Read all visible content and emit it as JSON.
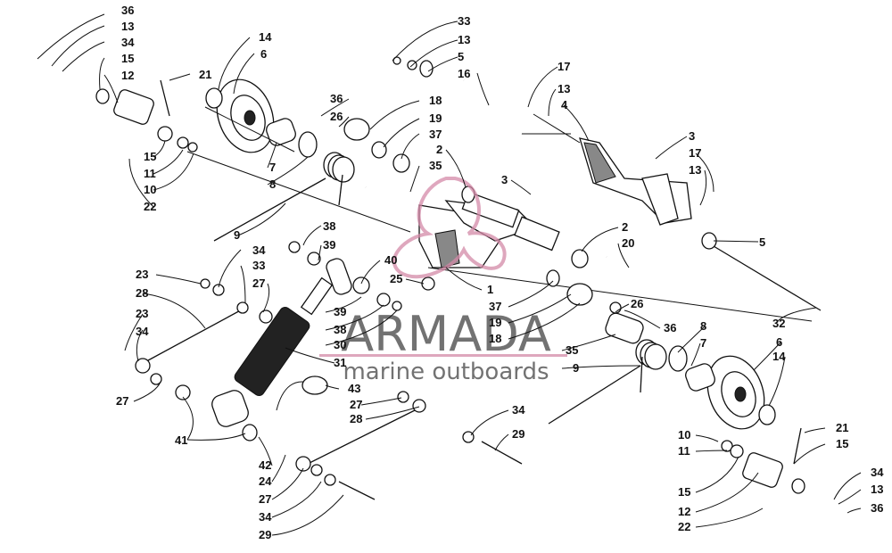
{
  "diagram": {
    "callouts": [
      {
        "id": "c1",
        "text": "36"
      },
      {
        "id": "c2",
        "text": "13"
      },
      {
        "id": "c3",
        "text": "34"
      },
      {
        "id": "c4",
        "text": "15"
      },
      {
        "id": "c5",
        "text": "12"
      },
      {
        "id": "c6",
        "text": "21"
      },
      {
        "id": "c7",
        "text": "14"
      },
      {
        "id": "c8",
        "text": "6"
      },
      {
        "id": "c9",
        "text": "15"
      },
      {
        "id": "c10",
        "text": "11"
      },
      {
        "id": "c11",
        "text": "10"
      },
      {
        "id": "c12",
        "text": "22"
      },
      {
        "id": "c13",
        "text": "7"
      },
      {
        "id": "c14",
        "text": "8"
      },
      {
        "id": "c15",
        "text": "9"
      },
      {
        "id": "c16",
        "text": "33"
      },
      {
        "id": "c17",
        "text": "13"
      },
      {
        "id": "c18",
        "text": "5"
      },
      {
        "id": "c19",
        "text": "16"
      },
      {
        "id": "c20",
        "text": "17"
      },
      {
        "id": "c21",
        "text": "13"
      },
      {
        "id": "c22",
        "text": "4"
      },
      {
        "id": "c23",
        "text": "36"
      },
      {
        "id": "c24",
        "text": "26"
      },
      {
        "id": "c25",
        "text": "18"
      },
      {
        "id": "c26",
        "text": "19"
      },
      {
        "id": "c27",
        "text": "37"
      },
      {
        "id": "c28",
        "text": "35"
      },
      {
        "id": "c29",
        "text": "2"
      },
      {
        "id": "c30",
        "text": "3"
      },
      {
        "id": "c31",
        "text": "3"
      },
      {
        "id": "c32",
        "text": "17"
      },
      {
        "id": "c33",
        "text": "13"
      },
      {
        "id": "c34",
        "text": "5"
      },
      {
        "id": "c35",
        "text": "38"
      },
      {
        "id": "c36",
        "text": "39"
      },
      {
        "id": "c37",
        "text": "34"
      },
      {
        "id": "c38",
        "text": "33"
      },
      {
        "id": "c39",
        "text": "2"
      },
      {
        "id": "c40",
        "text": "20"
      },
      {
        "id": "c41",
        "text": "23"
      },
      {
        "id": "c42",
        "text": "27"
      },
      {
        "id": "c43",
        "text": "28"
      },
      {
        "id": "c44",
        "text": "40"
      },
      {
        "id": "c45",
        "text": "25"
      },
      {
        "id": "c46",
        "text": "1"
      },
      {
        "id": "c47",
        "text": "23"
      },
      {
        "id": "c48",
        "text": "34"
      },
      {
        "id": "c49",
        "text": "39"
      },
      {
        "id": "c50",
        "text": "38"
      },
      {
        "id": "c51",
        "text": "30"
      },
      {
        "id": "c52",
        "text": "31"
      },
      {
        "id": "c53",
        "text": "37"
      },
      {
        "id": "c54",
        "text": "19"
      },
      {
        "id": "c55",
        "text": "18"
      },
      {
        "id": "c56",
        "text": "26"
      },
      {
        "id": "c57",
        "text": "36"
      },
      {
        "id": "c58",
        "text": "32"
      },
      {
        "id": "c59",
        "text": "35"
      },
      {
        "id": "c60",
        "text": "9"
      },
      {
        "id": "c61",
        "text": "8"
      },
      {
        "id": "c62",
        "text": "7"
      },
      {
        "id": "c63",
        "text": "6"
      },
      {
        "id": "c64",
        "text": "14"
      },
      {
        "id": "c65",
        "text": "27"
      },
      {
        "id": "c66",
        "text": "43"
      },
      {
        "id": "c67",
        "text": "27"
      },
      {
        "id": "c68",
        "text": "28"
      },
      {
        "id": "c69",
        "text": "41"
      },
      {
        "id": "c70",
        "text": "34"
      },
      {
        "id": "c71",
        "text": "29"
      },
      {
        "id": "c72",
        "text": "42"
      },
      {
        "id": "c73",
        "text": "24"
      },
      {
        "id": "c74",
        "text": "27"
      },
      {
        "id": "c75",
        "text": "34"
      },
      {
        "id": "c76",
        "text": "29"
      },
      {
        "id": "c77",
        "text": "21"
      },
      {
        "id": "c78",
        "text": "15"
      },
      {
        "id": "c79",
        "text": "10"
      },
      {
        "id": "c80",
        "text": "11"
      },
      {
        "id": "c81",
        "text": "15"
      },
      {
        "id": "c82",
        "text": "12"
      },
      {
        "id": "c83",
        "text": "22"
      },
      {
        "id": "c84",
        "text": "34"
      },
      {
        "id": "c85",
        "text": "13"
      },
      {
        "id": "c86",
        "text": "36"
      }
    ]
  },
  "watermark": {
    "brand": "ARMADA",
    "tagline": "marine outboards",
    "color": "#d48aa8"
  }
}
